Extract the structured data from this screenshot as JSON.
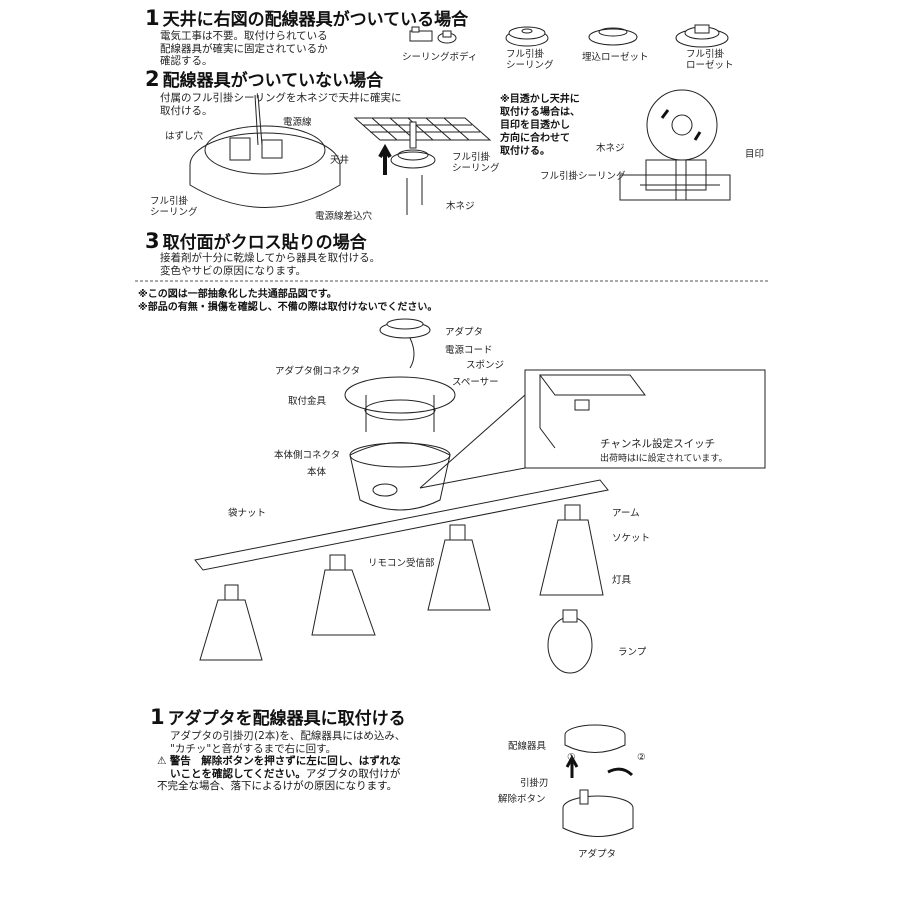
{
  "section1": {
    "num": "1",
    "title": "天井に右図の配線器具がついている場合",
    "body": "電気工事は不要。取付けられている\n配線器具が確実に固定されているか\n確認する。",
    "devices": [
      "シーリングボディ",
      "フル引掛\nシーリング",
      "埋込ローゼット",
      "フル引掛\nローゼット"
    ]
  },
  "section2": {
    "num": "2",
    "title": "配線器具がついていない場合",
    "body": "付属のフル引掛シーリングを木ネジで天井に確実に\n取付ける。",
    "labels": {
      "hazushi": "はずし穴",
      "dengensen": "電源線",
      "full_ceiling": "フル引掛\nシーリング",
      "sashikomi": "電源線差込穴",
      "tenjo": "天井",
      "full_ceiling2": "フル引掛\nシーリング",
      "mokuneji": "木ネジ",
      "mokuneji2": "木ネジ",
      "mejirushi": "目印",
      "full_ceiling3": "フル引掛シーリング"
    },
    "note": "※目透かし天井に\n取付ける場合は、\n目印を目透かし\n方向に合わせて\n取付ける。"
  },
  "section3": {
    "num": "3",
    "title": "取付面がクロス貼りの場合",
    "body": "接着剤が十分に乾燥してから器具を取付ける。\n変色やサビの原因になります。"
  },
  "notes": [
    "※この図は一部抽象化した共通部品図です。",
    "※部品の有無・損傷を確認し、不備の際は取付けないでください。"
  ],
  "parts": {
    "adapter": "アダプタ",
    "cord": "電源コード",
    "adapter_connector": "アダプタ側コネクタ",
    "sponge": "スポンジ",
    "spacer": "スペーサー",
    "bracket": "取付金具",
    "body_connector": "本体側コネクタ",
    "body": "本体",
    "nut": "袋ナット",
    "arm": "アーム",
    "socket": "ソケット",
    "remote_receiver": "リモコン受信部",
    "fixture": "灯具",
    "lamp": "ランプ",
    "channel_switch": "チャンネル設定スイッチ",
    "channel_note": "出荷時はⅠに設定されています。"
  },
  "step1": {
    "num": "1",
    "title": "アダプタを配線器具に取付ける",
    "body": "アダプタの引掛刃(2本)を、配線器具にはめ込み、\n\"カチッ\"と音がするまで右に回す。",
    "warning_head": "警告　解除ボタンを押さずに左に回し、はずれな",
    "warning_bold2": "いことを確認してください。",
    "warning_tail": "アダプタの取付けが\n不完全な場合、落下によるけがの原因になります。",
    "labels": {
      "wiring_device": "配線器具",
      "step_one": "①",
      "step_two": "②",
      "blade": "引掛刃",
      "release": "解除ボタン",
      "adapter": "アダプタ"
    }
  }
}
